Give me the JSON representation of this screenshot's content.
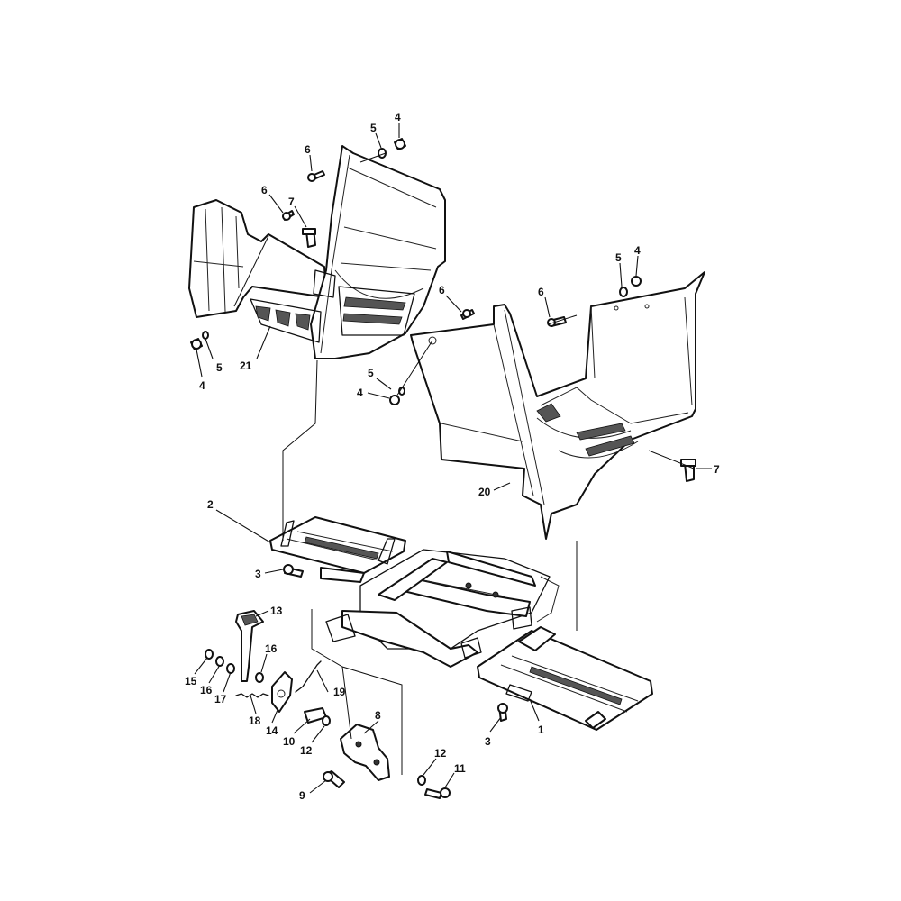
{
  "callouts": [
    {
      "id": "c-4-top",
      "label": "4"
    },
    {
      "id": "c-5-top",
      "label": "5"
    },
    {
      "id": "c-6-top",
      "label": "6"
    },
    {
      "id": "c-6-left",
      "label": "6"
    },
    {
      "id": "c-7-left",
      "label": "7"
    },
    {
      "id": "c-5-left",
      "label": "5"
    },
    {
      "id": "c-4-left",
      "label": "4"
    },
    {
      "id": "c-21",
      "label": "21"
    },
    {
      "id": "c-5-right",
      "label": "5"
    },
    {
      "id": "c-4-right",
      "label": "4"
    },
    {
      "id": "c-6-right",
      "label": "6"
    },
    {
      "id": "c-6-mid",
      "label": "6"
    },
    {
      "id": "c-5-mid",
      "label": "5"
    },
    {
      "id": "c-4-mid",
      "label": "4"
    },
    {
      "id": "c-7-right",
      "label": "7"
    },
    {
      "id": "c-20",
      "label": "20"
    },
    {
      "id": "c-2",
      "label": "2"
    },
    {
      "id": "c-3-left",
      "label": "3"
    },
    {
      "id": "c-13",
      "label": "13"
    },
    {
      "id": "c-16-a",
      "label": "16"
    },
    {
      "id": "c-15",
      "label": "15"
    },
    {
      "id": "c-16-b",
      "label": "16"
    },
    {
      "id": "c-17",
      "label": "17"
    },
    {
      "id": "c-18",
      "label": "18"
    },
    {
      "id": "c-14",
      "label": "14"
    },
    {
      "id": "c-19",
      "label": "19"
    },
    {
      "id": "c-10",
      "label": "10"
    },
    {
      "id": "c-12-a",
      "label": "12"
    },
    {
      "id": "c-8",
      "label": "8"
    },
    {
      "id": "c-12-b",
      "label": "12"
    },
    {
      "id": "c-11",
      "label": "11"
    },
    {
      "id": "c-9",
      "label": "9"
    },
    {
      "id": "c-3-right",
      "label": "3"
    },
    {
      "id": "c-1",
      "label": "1"
    }
  ]
}
